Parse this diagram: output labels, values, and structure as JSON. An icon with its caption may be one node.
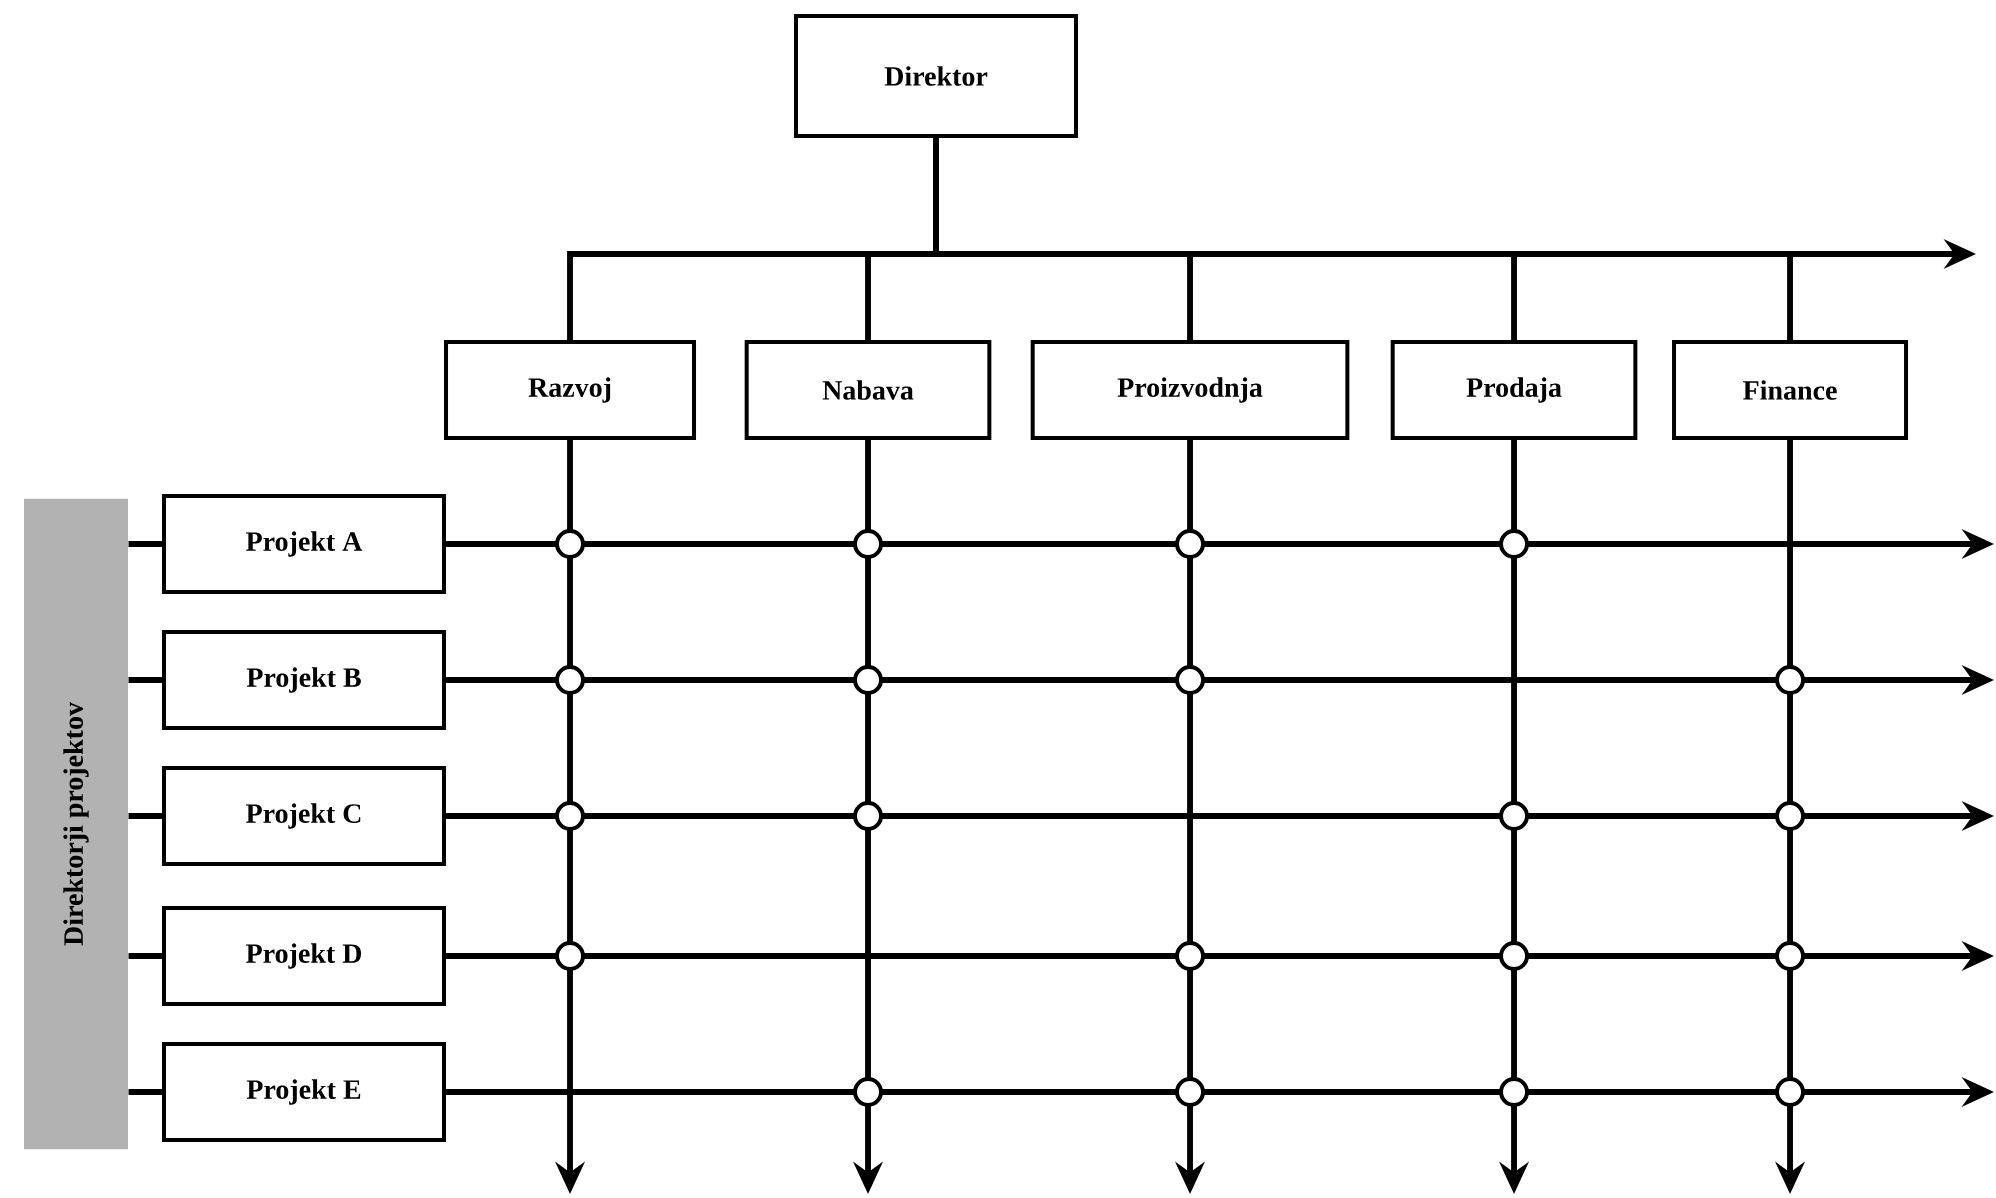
{
  "diagram": {
    "nodes": [
      {
        "text": [
          "Direktor"
        ]
      },
      {
        "text": [
          "Razvoj"
        ]
      },
      {
        "text": [
          "Nabava"
        ]
      },
      {
        "text": [
          "Proizvodnja"
        ]
      },
      {
        "text": [
          "Prodaja"
        ]
      },
      {
        "text": [
          "Finance"
        ]
      },
      {
        "text": [
          "Projekt A"
        ]
      },
      {
        "text": [
          "Projekt B"
        ]
      },
      {
        "text": [
          "Projekt C"
        ]
      },
      {
        "text": [
          "Projekt D"
        ]
      },
      {
        "text": [
          "Projekt E"
        ]
      },
      {
        "text": [
          "Direktorji projektov"
        ]
      }
    ],
    "edges": [
      {
        "from": 0,
        "to": 1,
        "arrow": "none"
      },
      {
        "from": 0,
        "to": 2,
        "arrow": "none"
      },
      {
        "from": 0,
        "to": 3,
        "arrow": "none"
      },
      {
        "from": 0,
        "to": 4,
        "arrow": "none"
      },
      {
        "from": 0,
        "to": 5,
        "arrow": "none"
      },
      {
        "from": 0,
        "to": null,
        "arrow": "to"
      },
      {
        "from": 1,
        "to": null,
        "arrow": "to"
      },
      {
        "from": 2,
        "to": null,
        "arrow": "to"
      },
      {
        "from": 3,
        "to": null,
        "arrow": "to"
      },
      {
        "from": 4,
        "to": null,
        "arrow": "to"
      },
      {
        "from": 5,
        "to": null,
        "arrow": "to"
      },
      {
        "from": 6,
        "to": null,
        "arrow": "to"
      },
      {
        "from": 7,
        "to": null,
        "arrow": "to"
      },
      {
        "from": 8,
        "to": null,
        "arrow": "to"
      },
      {
        "from": 9,
        "to": null,
        "arrow": "to"
      },
      {
        "from": 10,
        "to": null,
        "arrow": "to"
      },
      {
        "from": 11,
        "to": 6,
        "arrow": "none"
      },
      {
        "from": 11,
        "to": 7,
        "arrow": "none"
      },
      {
        "from": 11,
        "to": 8,
        "arrow": "none"
      },
      {
        "from": 11,
        "to": 9,
        "arrow": "none"
      },
      {
        "from": 11,
        "to": 10,
        "arrow": "none"
      }
    ]
  }
}
